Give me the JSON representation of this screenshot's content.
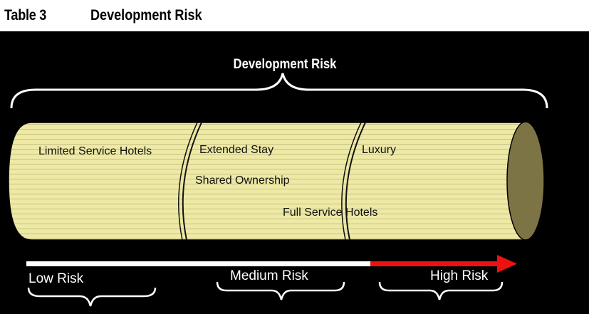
{
  "title": {
    "number": "Table 3",
    "text": "Development Risk"
  },
  "heading": "Development Risk",
  "segments": {
    "seg1": [
      "Limited Service Hotels"
    ],
    "seg2": [
      "Extended Stay",
      "Shared Ownership",
      "Full Service Hotels"
    ],
    "seg3": [
      "Luxury"
    ]
  },
  "risk_levels": [
    "Low Risk",
    "Medium Risk",
    "High Risk"
  ],
  "colors": {
    "cylinder_fill": "#eeeaa6",
    "cylinder_end": "#7d7446",
    "arrow_white": "#ffffff",
    "arrow_red": "#ee1111"
  }
}
